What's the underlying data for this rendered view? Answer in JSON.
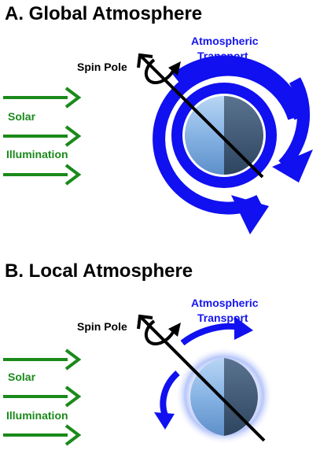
{
  "panel_a": {
    "title": "A. Global Atmosphere",
    "spin_pole": "Spin Pole",
    "transport_line1": "Atmospheric",
    "transport_line2": "Transport",
    "solar_line1": "Solar",
    "solar_line2": "Illumination"
  },
  "panel_b": {
    "title": "B. Local Atmosphere",
    "spin_pole": "Spin Pole",
    "transport_line1": "Atmospheric",
    "transport_line2": "Transport",
    "solar_line1": "Solar",
    "solar_line2": "Illumination"
  },
  "colors": {
    "arrow_blue": "#1010f0",
    "arrow_green": "#1a8a1a",
    "planet_light": "#8ab6e6",
    "planet_dark": "#3f5a78"
  }
}
